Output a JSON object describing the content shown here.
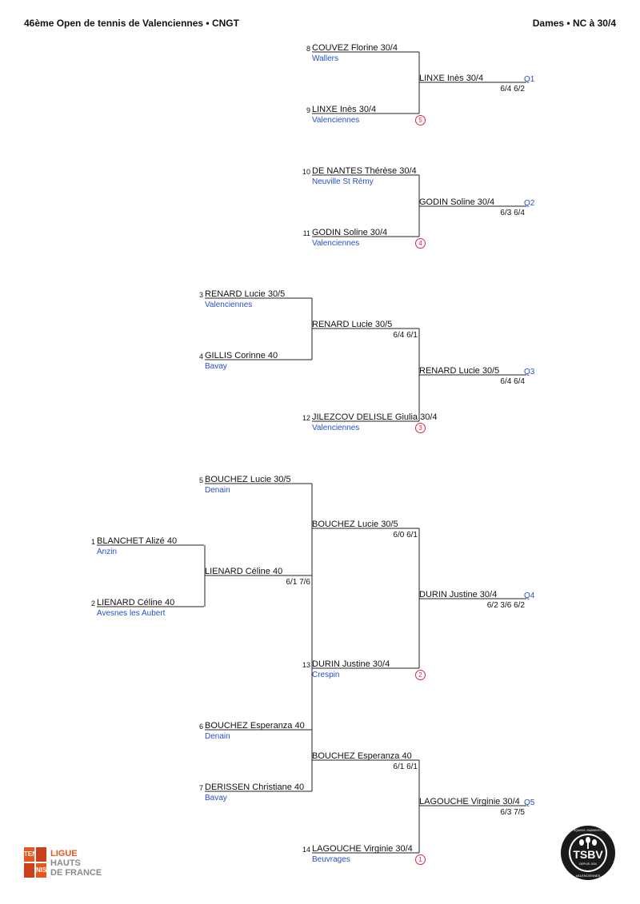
{
  "header": {
    "title": "46ème Open de tennis de Valenciennes • CNGT",
    "category": "Dames • NC à 30/4"
  },
  "entries": [
    {
      "num": "8",
      "name": "COUVEZ Florine 30/4",
      "club": "Wallers"
    },
    {
      "num": "9",
      "name": "LINXE Inès 30/4",
      "club": "Valenciennes"
    },
    {
      "num": "10",
      "name": "DE NANTES Thérèse 30/4",
      "club": "Neuville St Rémy"
    },
    {
      "num": "11",
      "name": "GODIN Soline 30/4",
      "club": "Valenciennes"
    },
    {
      "num": "3",
      "name": "RENARD Lucie 30/5",
      "club": "Valenciennes"
    },
    {
      "num": "4",
      "name": "GILLIS Corinne 40",
      "club": "Bavay"
    },
    {
      "num": "12",
      "name": "JILEZCOV DELISLE Giulia 30/4",
      "club": "Valenciennes"
    },
    {
      "num": "5",
      "name": "BOUCHEZ Lucie 30/5",
      "club": "Denain"
    },
    {
      "num": "1",
      "name": "BLANCHET Alizé 40",
      "club": "Anzin"
    },
    {
      "num": "2",
      "name": "LIENARD Céline 40",
      "club": "Avesnes les Aubert"
    },
    {
      "num": "13",
      "name": "DURIN Justine 30/4",
      "club": "Crespin"
    },
    {
      "num": "6",
      "name": "BOUCHEZ Esperanza 40",
      "club": "Denain"
    },
    {
      "num": "7",
      "name": "DERISSEN Christiane 40",
      "club": "Bavay"
    },
    {
      "num": "14",
      "name": "LAGOUCHE Virginie 30/4",
      "club": "Beuvrages"
    }
  ],
  "winners": [
    {
      "name": "LINXE Inès 30/4",
      "score": "6/4 6/2",
      "qualifier": "Q1"
    },
    {
      "name": "GODIN Soline 30/4",
      "score": "6/3 6/4",
      "qualifier": "Q2"
    },
    {
      "name": "RENARD Lucie 30/5",
      "score": "6/4 6/1",
      "qualifier": ""
    },
    {
      "name": "RENARD Lucie 30/5",
      "score": "6/4 6/4",
      "qualifier": "Q3"
    },
    {
      "name": "LIENARD Céline 40",
      "score": "6/1 7/6",
      "qualifier": ""
    },
    {
      "name": "BOUCHEZ Lucie 30/5",
      "score": "6/0 6/1",
      "qualifier": ""
    },
    {
      "name": "DURIN Justine 30/4",
      "score": "6/2 3/6 6/2",
      "qualifier": "Q4"
    },
    {
      "name": "BOUCHEZ Esperanza 40",
      "score": "6/1 6/1",
      "qualifier": ""
    },
    {
      "name": "LAGOUCHE Virginie 30/4",
      "score": "6/3 7/5",
      "qualifier": "Q5"
    }
  ],
  "seeds": [
    "5",
    "4",
    "3",
    "2",
    "1"
  ],
  "logos": {
    "left_badge": [
      "TEN",
      "NIS"
    ],
    "left_text": [
      "LIGUE",
      "HAUTS",
      "DE FRANCE"
    ],
    "right_text": "TSBV",
    "right_ring": "TENNIS • SQUASH • BADMINTON • PADEL",
    "right_since": "DEPUIS 1934",
    "right_city": "VALENCIENNES"
  }
}
